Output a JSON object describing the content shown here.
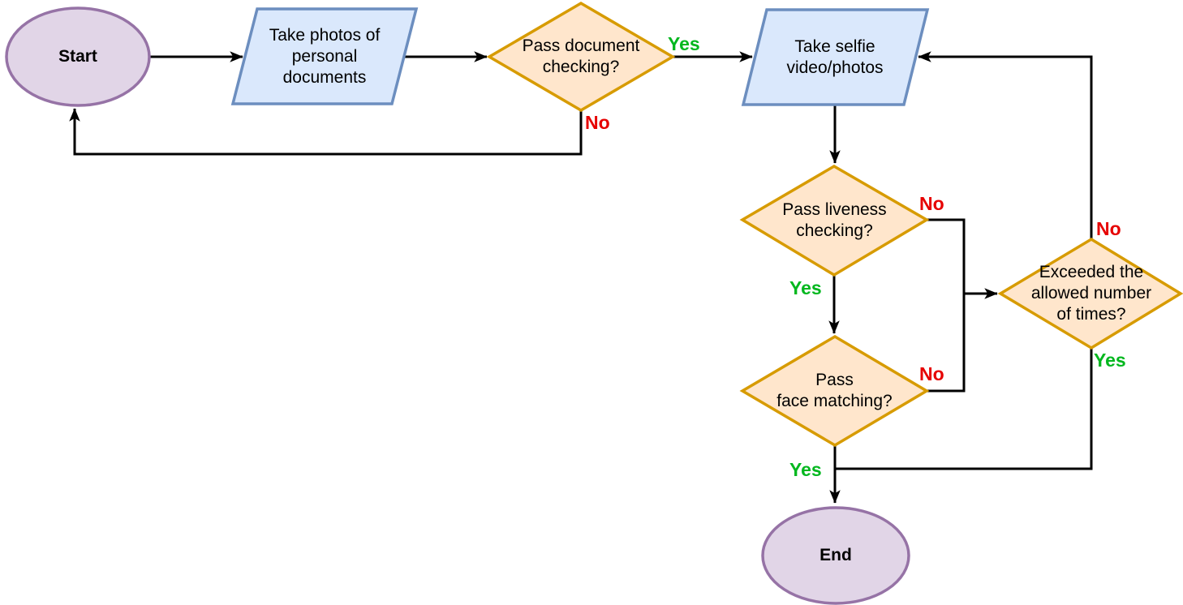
{
  "diagram": {
    "nodes": {
      "start": {
        "label": "Start",
        "type": "terminal"
      },
      "take_photos": {
        "label": "Take photos of\npersonal\ndocuments",
        "type": "input-output"
      },
      "doc_check": {
        "label": "Pass document\nchecking?",
        "type": "decision"
      },
      "take_selfie": {
        "label": "Take selfie\nvideo/photos",
        "type": "input-output"
      },
      "liveness_check": {
        "label": "Pass liveness\nchecking?",
        "type": "decision"
      },
      "face_match": {
        "label": "Pass\nface matching?",
        "type": "decision"
      },
      "exceeded": {
        "label": "Exceeded the\nallowed number\nof times?",
        "type": "decision"
      },
      "end": {
        "label": "End",
        "type": "terminal"
      }
    },
    "edge_labels": {
      "doc_yes": "Yes",
      "doc_no": "No",
      "liveness_yes": "Yes",
      "liveness_no": "No",
      "face_yes": "Yes",
      "face_no": "No",
      "exceeded_yes": "Yes",
      "exceeded_no": "No"
    },
    "colors": {
      "background": "#ffffff",
      "terminal_fill": "#E1D5E7",
      "terminal_stroke": "#9673A6",
      "io_fill": "#DAE8FC",
      "io_stroke": "#6C8EBF",
      "decision_fill": "#FFE6CC",
      "decision_stroke": "#D79B00",
      "edge": "#000000",
      "yes_label": "#00B71E",
      "no_label": "#E60000",
      "text": "#000000"
    }
  }
}
